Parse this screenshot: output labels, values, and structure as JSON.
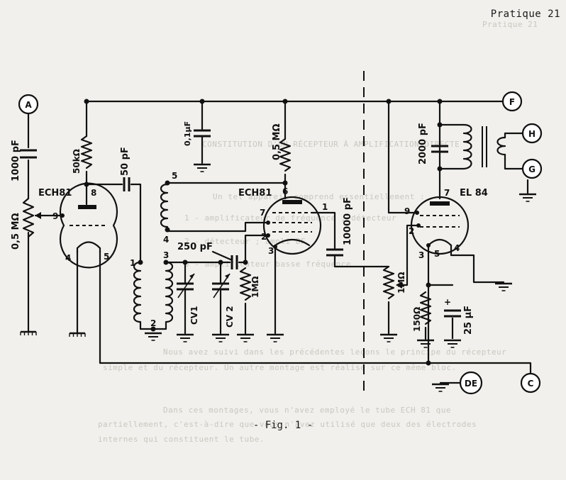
{
  "header": {
    "page_label": "Pratique 21"
  },
  "figure": {
    "caption": "- Fig. 1 -"
  },
  "connectors": {
    "a": "A",
    "f": "F",
    "h": "H",
    "g": "G",
    "c": "C",
    "de": "DE"
  },
  "tubes": {
    "t1": "ECH81",
    "t2": "ECH81",
    "t3": "EL 84"
  },
  "components": {
    "c1000": "1000 pF",
    "pot1": "0,5 MΩ",
    "r50k": "50kΩ",
    "c50": "50 pF",
    "c01": "0,1µF",
    "r05": "0,5 MΩ",
    "c250": "250 pF",
    "cv1": "CV1",
    "cv2": "CV 2",
    "r1m": "1MΩ",
    "c10000": "10000 pF",
    "r1m2": "1MΩ",
    "c2000": "2000 pF",
    "r150": "150Ω",
    "c25": "25 µF"
  },
  "pins": {
    "t1_8": "8",
    "t1_9": "9",
    "t1_4": "4",
    "t1_5": "5",
    "coil_5": "5",
    "coil_4": "4",
    "coil_3": "3",
    "coil_1": "1",
    "coil_2": "2",
    "t2_6": "6",
    "t2_7": "7",
    "t2_1": "1",
    "t2_2": "2",
    "t2_3": "3",
    "t3_7": "7",
    "t3_9": "9",
    "t3_2": "2",
    "t3_3": "3",
    "t3_5": "5",
    "t3_4": "4",
    "plus": "+"
  },
  "ghost_text": [
    "Pratique 21",
    "CONSTITUTION D'UN RÉCEPTEUR À AMPLIFICATION DIRECTE",
    "Un tel appareil comprend essentiellement :",
    "1 - amplificateur de fréquence ; détecteur",
    "2 - détecteur ; ampli BF",
    "3 - amplificateur basse fréquence",
    "Nous avez suivi dans les précédentes leçons le principe du récepteur",
    "simple et du récepteur. Un autre montage est réalisé sur ce même bloc.",
    "Dans ces montages, vous n'avez employé le tube ECH 81 que",
    "partiellement, c'est-à-dire que vous n'avez utilisé que deux des électrodes",
    "internes qui constituent le tube."
  ]
}
